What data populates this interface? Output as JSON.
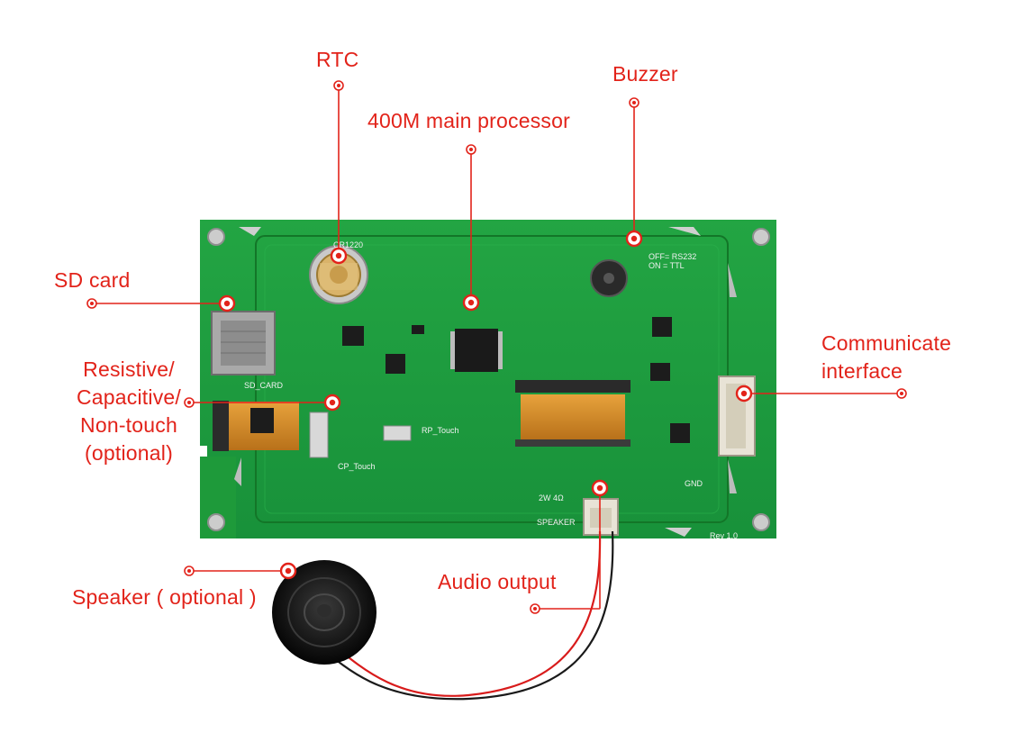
{
  "callouts": {
    "rtc": "RTC",
    "buzzer": "Buzzer",
    "processor": "400M main processor",
    "sd_card": "SD card",
    "communicate": [
      "Communicate",
      "interface"
    ],
    "touch": [
      "Resistive/",
      "Capacitive/",
      "Non-touch",
      "(optional)"
    ],
    "audio": "Audio output",
    "speaker": "Speaker ( optional )"
  },
  "board": {
    "silkscreen": {
      "battery": "CR1220",
      "sd": "SD_CARD",
      "cp_touch": "CP_Touch",
      "rp_touch": "RP_Touch",
      "speaker": "SPEAKER",
      "power": "2W 4Ω",
      "jumper_off": "OFF= RS232",
      "jumper_on": "ON = TTL",
      "gnd": "GND",
      "revision": "Rev 1.0"
    }
  },
  "colors": {
    "accent": "#e2231a",
    "pcb": "#1e9a3a",
    "pcb_dark": "#157a2c",
    "silkscreen": "#f2f2f2"
  }
}
